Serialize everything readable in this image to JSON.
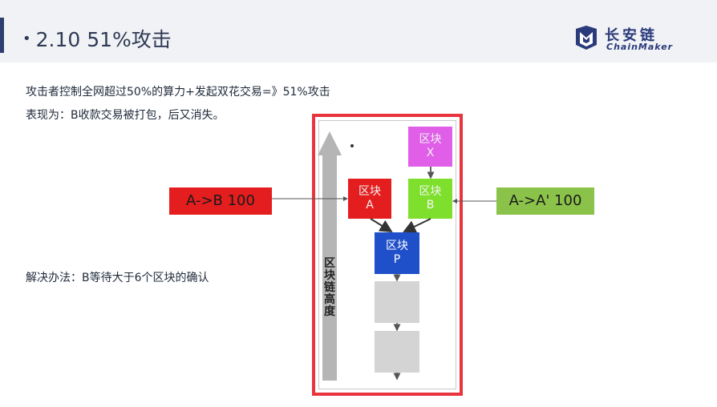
{
  "header": {
    "bullet": "•",
    "title": "2.10 51%攻击",
    "logo_cn": "长安链",
    "logo_en": "ChainMaker"
  },
  "body": {
    "line1": "攻击者控制全网超过50%的算力+发起双花交易=》51%攻击",
    "line2": "表现为：B收款交易被打包，后又消失。",
    "solution": "解决办法：B等待大于6个区块的确认"
  },
  "diagram": {
    "tx_left": "A->B 100",
    "tx_right": "A->A' 100",
    "axis_label": [
      "区",
      "块",
      "链",
      "高",
      "度"
    ],
    "block_x": {
      "line1": "区块",
      "line2": "X"
    },
    "block_a": {
      "line1": "区块",
      "line2": "A"
    },
    "block_b": {
      "line1": "区块",
      "line2": "B"
    },
    "block_p": {
      "line1": "区块",
      "line2": "P"
    }
  },
  "colors": {
    "frame": "#e8353d",
    "tx_left": "#e41e1e",
    "tx_right": "#8bc34a",
    "block_x": "#e05ee8",
    "block_a": "#e41e1e",
    "block_b": "#7ee02c",
    "block_p": "#1f4fc9",
    "logo": "#2a3a7a"
  }
}
